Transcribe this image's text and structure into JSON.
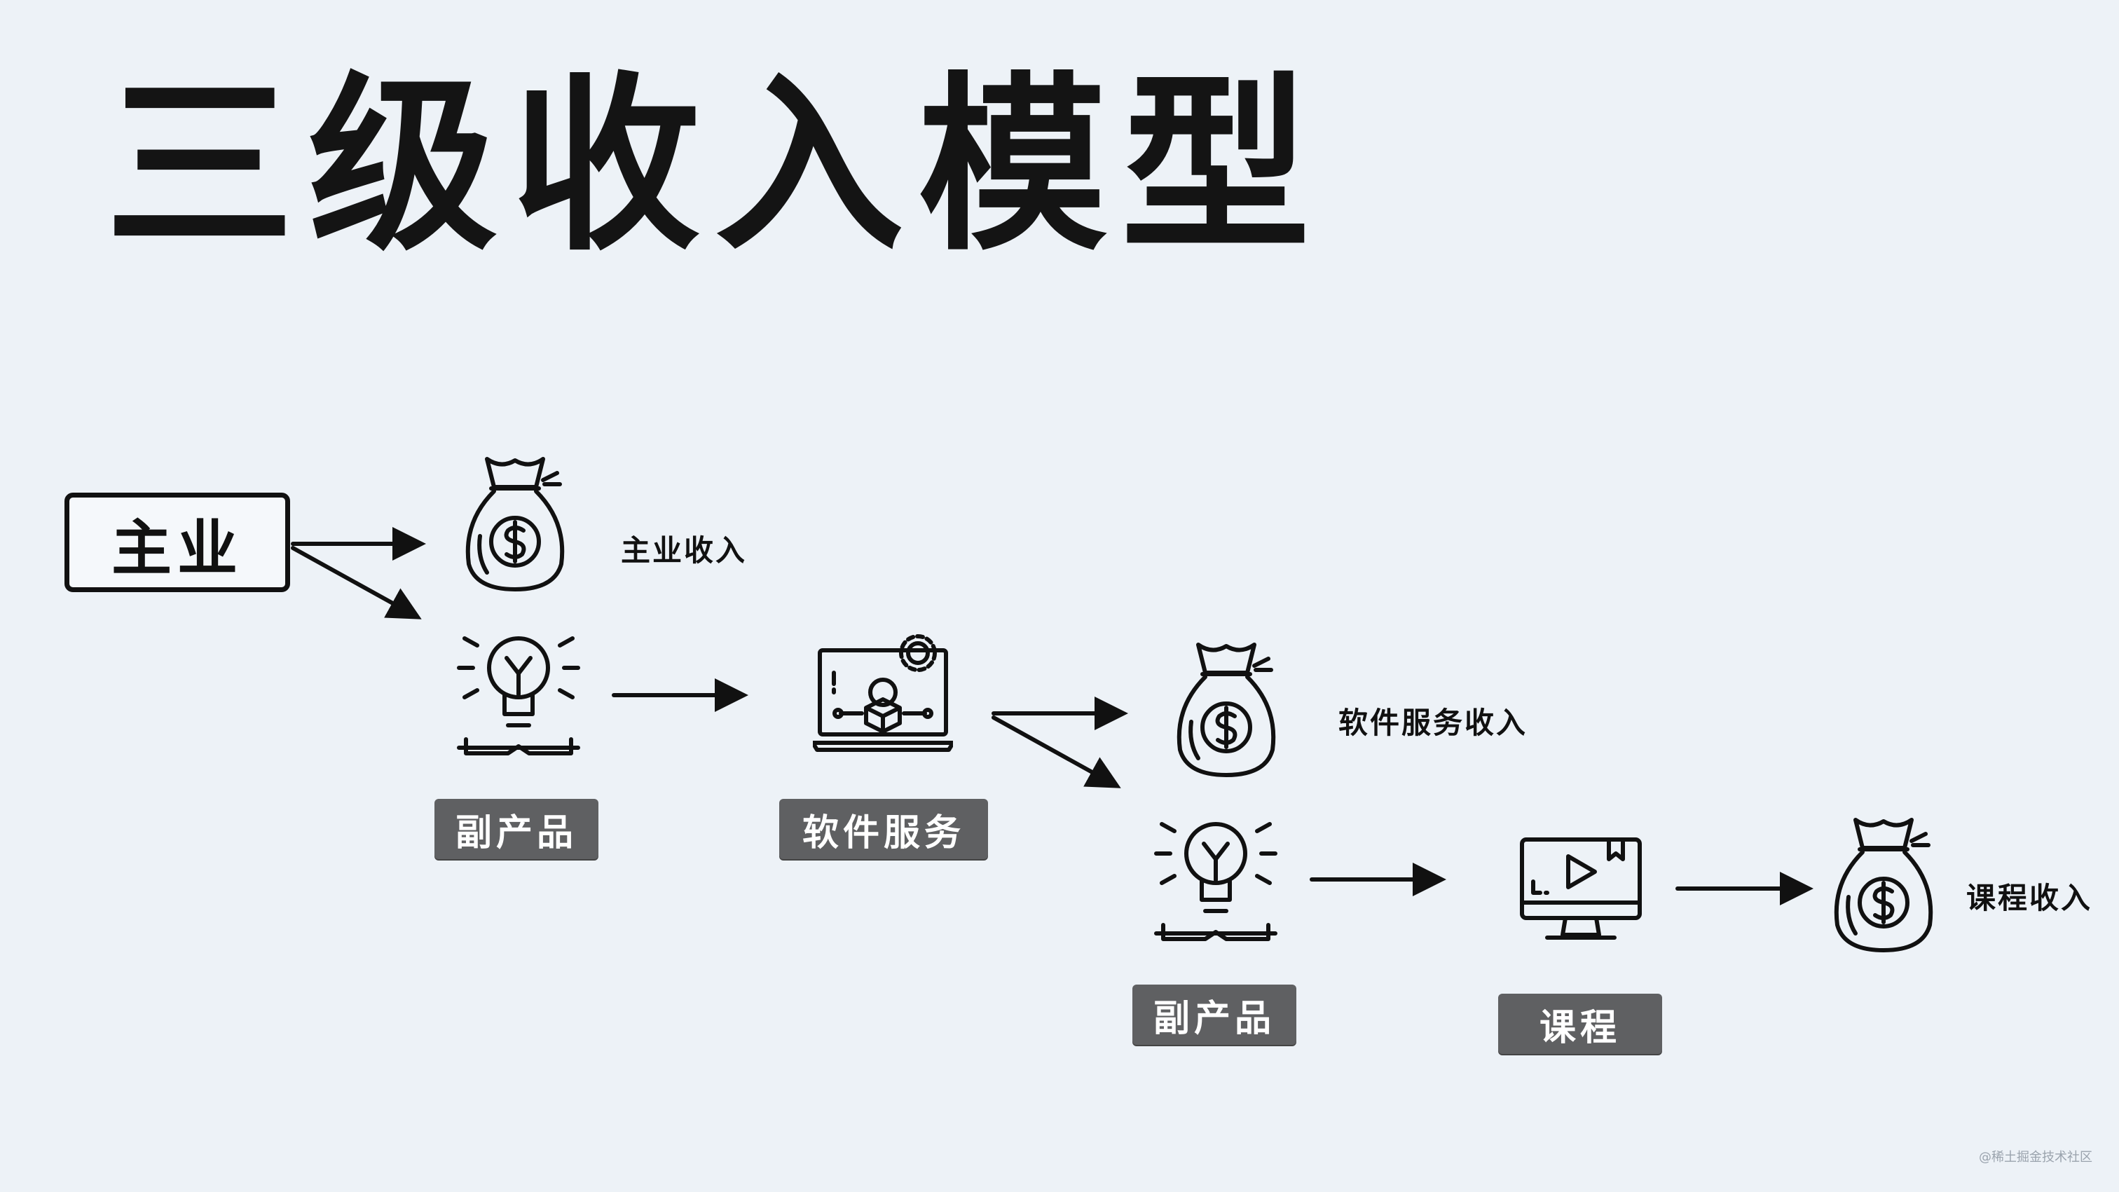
{
  "title": "三级收入模型",
  "main_job": "主业",
  "nodes": {
    "byproduct_1": "副产品",
    "software_service": "软件服务",
    "byproduct_2": "副产品",
    "course": "课程"
  },
  "incomes": {
    "main_income": "主业收入",
    "software_income": "软件服务收入",
    "course_income": "课程收入"
  },
  "icons": [
    "money-bag-icon",
    "lightbulb-book-icon",
    "laptop-idea-icon",
    "video-monitor-icon"
  ],
  "watermark": "@稀土掘金技术社区"
}
